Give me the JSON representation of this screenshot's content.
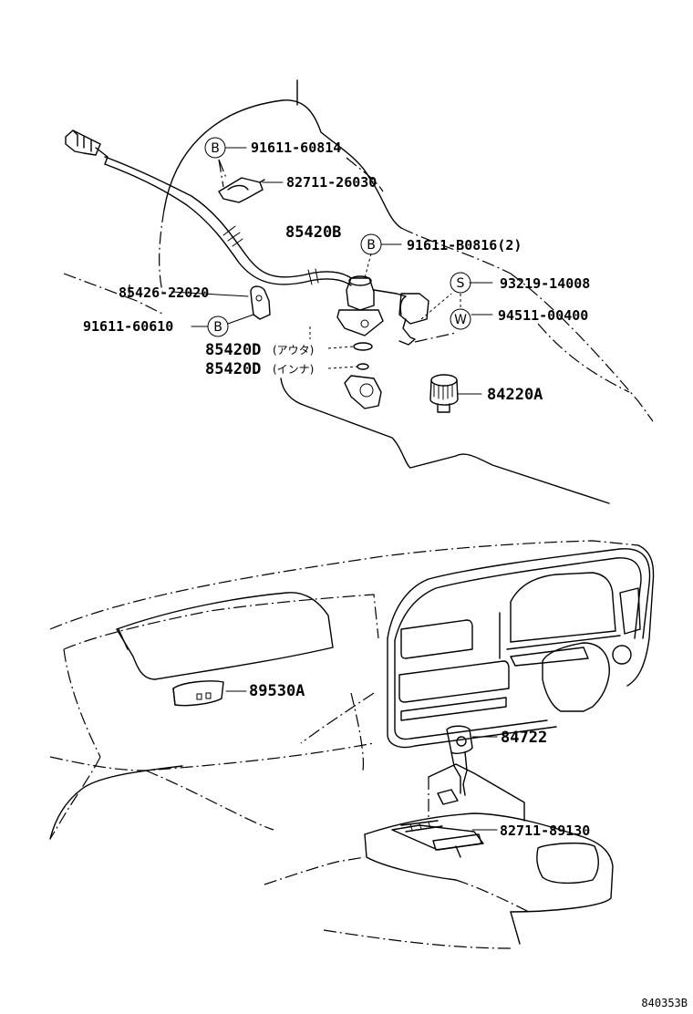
{
  "callouts": {
    "p91611_60814": "91611-60814",
    "p82711_26030": "82711-26030",
    "p85420B": "85420B",
    "p91611_B0816": "91611-B0816(2)",
    "p93219_14008": "93219-14008",
    "p94511_00400": "94511-00400",
    "p85426_22020": "85426-22020",
    "p91611_60610": "91611-60610",
    "p85420D_outer": "85420D",
    "p85420D_outer_note": "(アウタ)",
    "p85420D_inner": "85420D",
    "p85420D_inner_note": "(インナ)",
    "p84220A": "84220A",
    "p89530A": "89530A",
    "p84722": "84722",
    "p82711_89130": "82711-89130"
  },
  "symbols": {
    "b1": "B",
    "b2": "B",
    "b3": "B",
    "s": "S",
    "w": "W"
  },
  "diagram_code": "840353B"
}
